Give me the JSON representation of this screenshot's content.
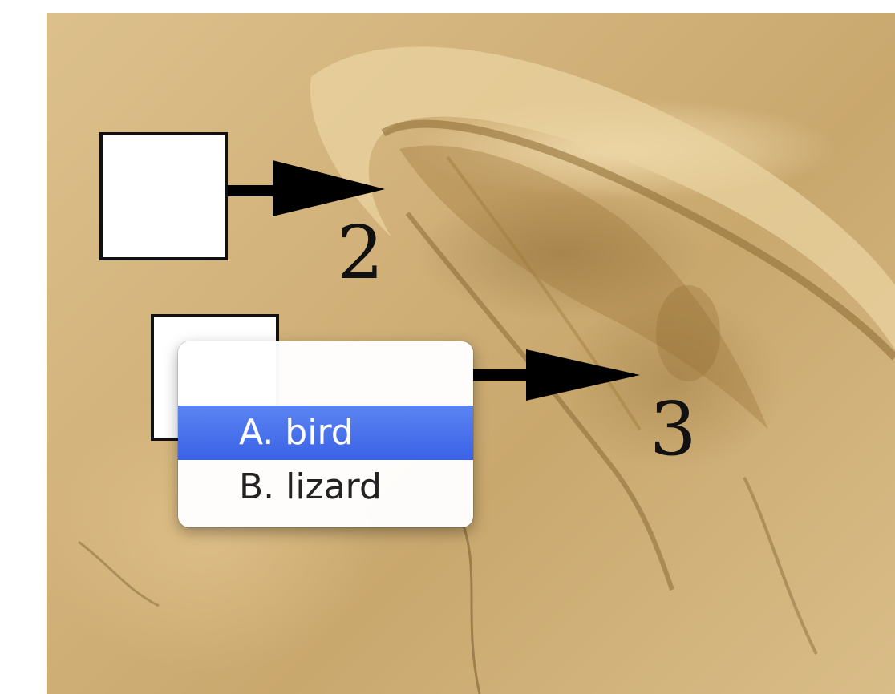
{
  "labels": {
    "callout_2": "2",
    "callout_3": "3"
  },
  "dropdown": {
    "options": [
      {
        "label": "A. bird",
        "selected": true
      },
      {
        "label": "B. lizard",
        "selected": false
      }
    ],
    "highlight_color": "#3f67e8"
  },
  "colors": {
    "photo_base": "#d2b27a",
    "box_border": "#111111",
    "arrow": "#000000"
  }
}
